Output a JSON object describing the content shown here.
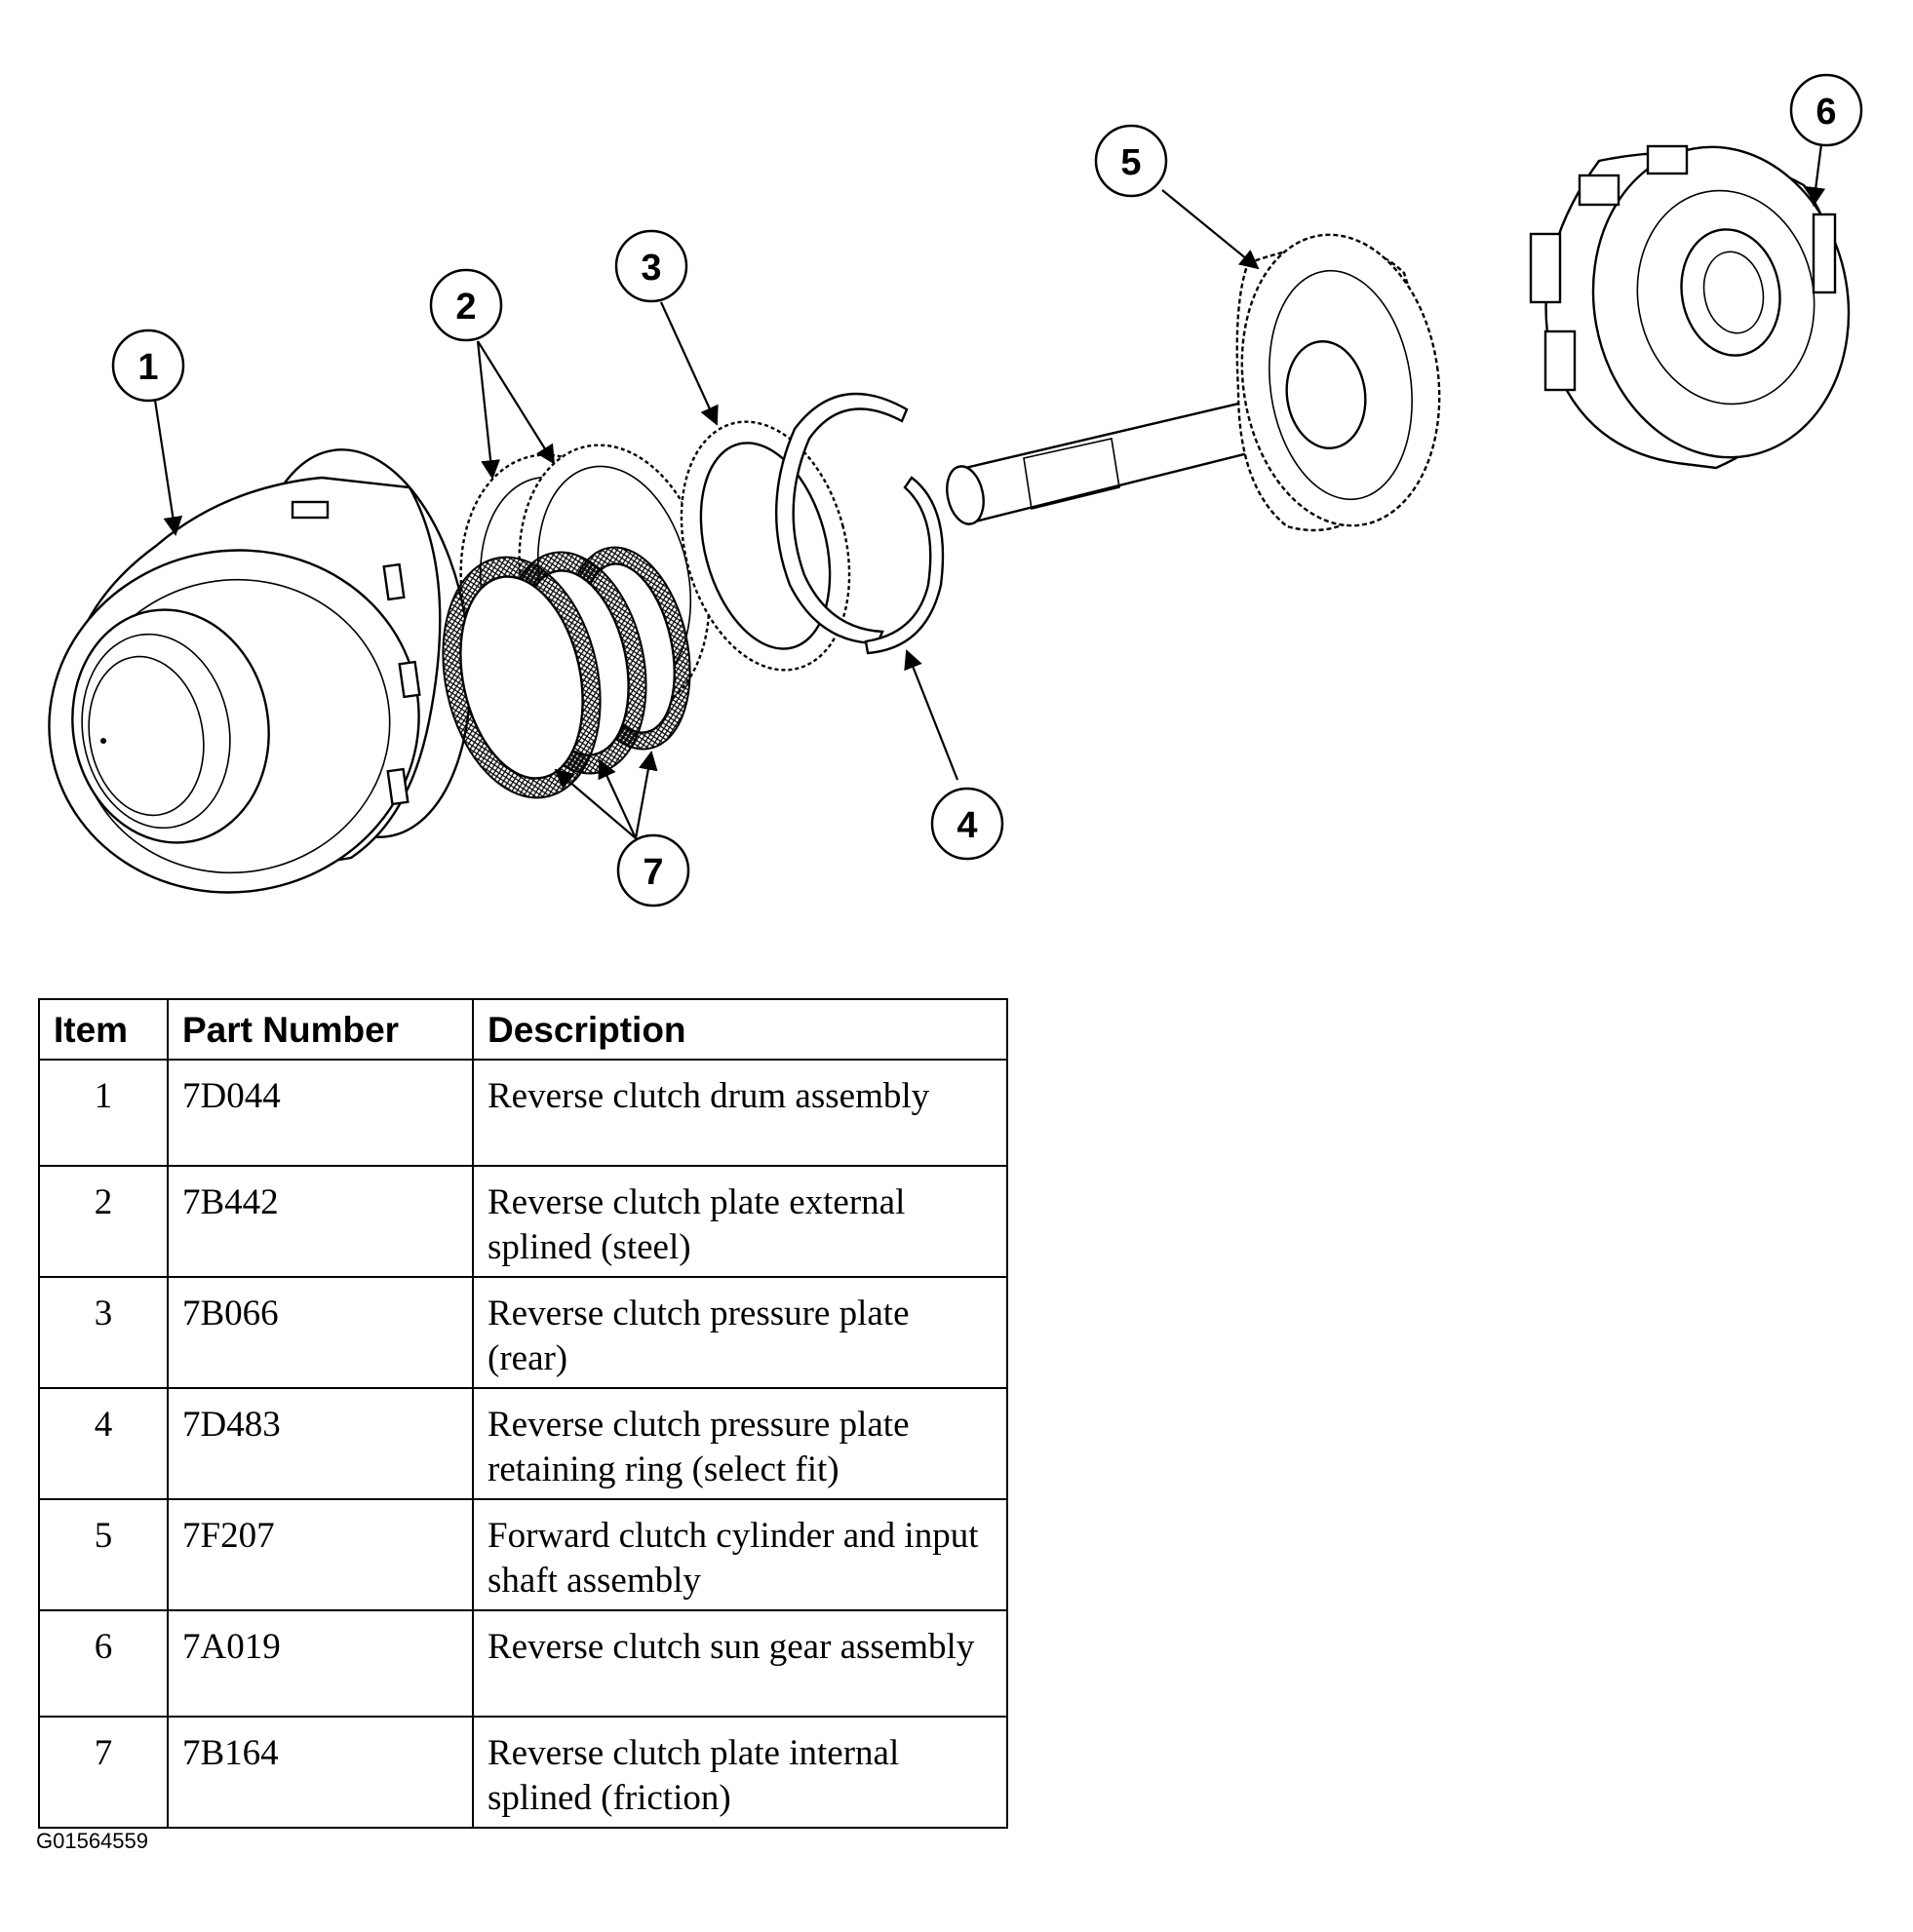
{
  "callouts": [
    "1",
    "2",
    "3",
    "4",
    "5",
    "6",
    "7"
  ],
  "table": {
    "headers": {
      "item": "Item",
      "part_number": "Part Number",
      "description": "Description"
    },
    "rows": [
      {
        "item": "1",
        "part_number": "7D044",
        "description": "Reverse clutch drum assembly"
      },
      {
        "item": "2",
        "part_number": "7B442",
        "description": "Reverse clutch plate external splined (steel)"
      },
      {
        "item": "3",
        "part_number": "7B066",
        "description": "Reverse clutch pressure plate (rear)"
      },
      {
        "item": "4",
        "part_number": "7D483",
        "description": "Reverse clutch pressure plate retaining ring (select fit)"
      },
      {
        "item": "5",
        "part_number": "7F207",
        "description": "Forward clutch cylinder and input shaft assembly"
      },
      {
        "item": "6",
        "part_number": "7A019",
        "description": "Reverse clutch sun gear assembly"
      },
      {
        "item": "7",
        "part_number": "7B164",
        "description": "Reverse clutch plate internal splined (friction)"
      }
    ]
  },
  "figure_id": "G01564559"
}
